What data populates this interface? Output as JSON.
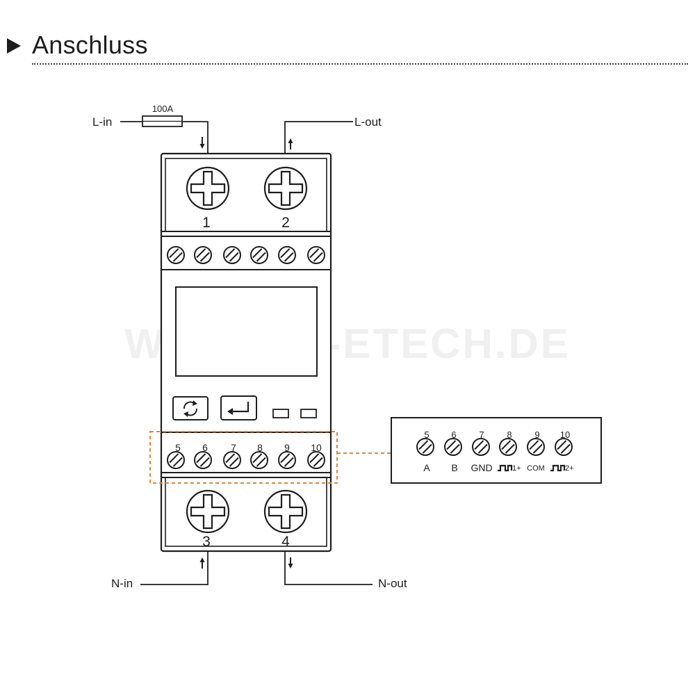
{
  "header": {
    "title": "Anschluss"
  },
  "wiring": {
    "fuse_label": "100A",
    "l_in": "L-in",
    "l_out": "L-out",
    "n_in": "N-in",
    "n_out": "N-out"
  },
  "meter": {
    "main_terminals": [
      "1",
      "2",
      "3",
      "4"
    ],
    "top_screw_count": 6,
    "signal_terminal_numbers": [
      "5",
      "6",
      "7",
      "8",
      "9",
      "10"
    ],
    "buttons": [
      "cycle-icon",
      "enter-icon"
    ]
  },
  "watermark": "WWW.BG-ETECH.DE",
  "detail": {
    "terminals": [
      {
        "num": "5",
        "label": "A"
      },
      {
        "num": "6",
        "label": "B"
      },
      {
        "num": "7",
        "label": "GND"
      },
      {
        "num": "8",
        "label": "1+"
      },
      {
        "num": "9",
        "label": "COM"
      },
      {
        "num": "10",
        "label": "2+"
      }
    ]
  },
  "colors": {
    "line": "#1e1e1e",
    "highlight": "#e0843a",
    "watermark": "#f0f0f0"
  }
}
